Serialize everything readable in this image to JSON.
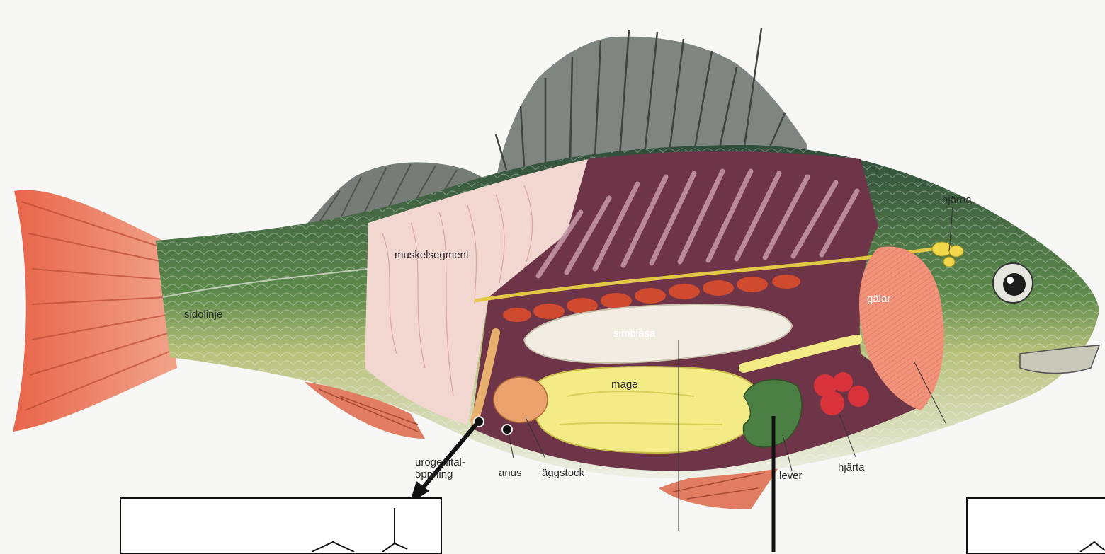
{
  "labels": {
    "hjarna": "hjärna",
    "muskelsegment": "muskelsegment",
    "galar": "gälar",
    "sidolinje": "sidolinje",
    "simblasa": "simblåsa",
    "mage": "mage",
    "urogenital_line1": "urogenital-",
    "urogenital_line2": "öppning",
    "anus": "anus",
    "aggstock": "äggstock",
    "lever": "lever",
    "hjarta": "hjärta"
  },
  "colors": {
    "muscle_purple": "#6e3448",
    "muscle_pink": "#f2d6d0",
    "fin_red": "#e36a4e",
    "fin_grey": "#7a7f7a",
    "body_green": "#3f6a4a",
    "belly": "#e9ece4",
    "stomach_yellow": "#f3ec86",
    "swim_bladder": "#f1ede2",
    "gill_orange": "#f0937a",
    "liver_green": "#4c7f43",
    "heart_red": "#d8333a",
    "spine_yellow": "#e3c847",
    "ovary": "#eba26d",
    "arrow": "#111111"
  },
  "answer_boxes": [
    "",
    ""
  ]
}
